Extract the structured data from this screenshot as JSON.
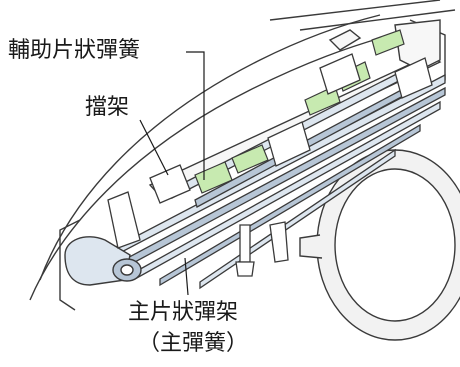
{
  "labels": {
    "auxiliary_leaf_spring": "輔助片狀彈簧",
    "stopper_bracket": "擋架",
    "main_leaf_spring": "主片狀彈架",
    "main_spring_note": "（主彈簧）"
  },
  "colors": {
    "outline": "#3a3a3a",
    "leaf_fill": "#dde6ef",
    "leaf_shade": "#b7c6d6",
    "highlight_green": "#c7eab0",
    "frame_fill": "#f7f7f7",
    "wheel_fill": "#f2f2f2"
  },
  "icons": [
    "leaf-spring-illustration"
  ]
}
